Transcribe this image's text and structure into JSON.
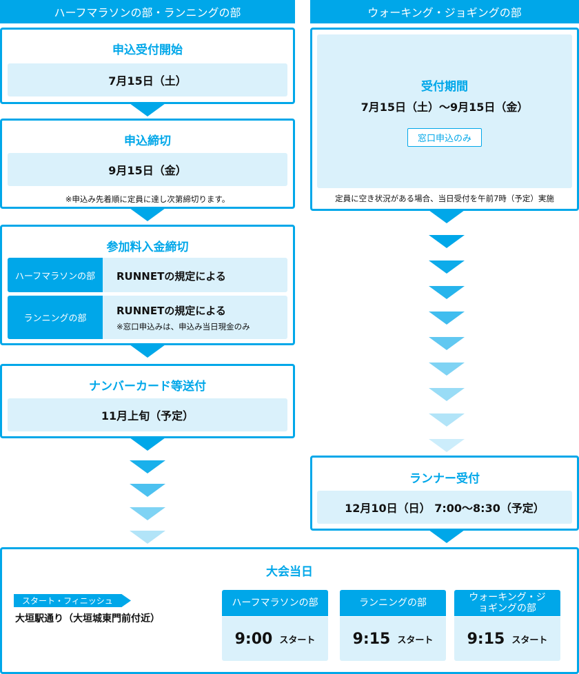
{
  "headers": {
    "left": "ハーフマラソンの部・ランニングの部",
    "right": "ウォーキング・ジョギングの部"
  },
  "left": {
    "start": {
      "title": "申込受付開始",
      "date": "7月15日（土）"
    },
    "deadline": {
      "title": "申込締切",
      "date": "9月15日（金）",
      "note": "※申込み先着順に定員に達し次第締切ります。"
    },
    "payment": {
      "title": "参加料入金締切",
      "rows": [
        {
          "label": "ハーフマラソンの部",
          "value": "RUNNETの規定による",
          "note": ""
        },
        {
          "label": "ランニングの部",
          "value": "RUNNETの規定による",
          "note": "※窓口申込みは、申込み当日現金のみ"
        }
      ]
    },
    "card": {
      "title": "ナンバーカード等送付",
      "date": "11月上旬（予定）"
    }
  },
  "right": {
    "period": {
      "title": "受付期間",
      "dates": "7月15日（土）～9月15日（金）",
      "badge": "窓口申込のみ",
      "note": "定員に空き状況がある場合、当日受付を午前7時（予定）実施"
    },
    "runner": {
      "title": "ランナー受付",
      "date": "12月10日（日） 7:00～8:30（予定）"
    }
  },
  "event": {
    "title": "大会当日",
    "flag": "スタート・フィニッシュ",
    "place": "大垣駅通り（大垣城東門前付近）",
    "divisions": [
      {
        "name": "ハーフマラソンの部",
        "time": "9:00",
        "start": "スタート"
      },
      {
        "name": "ランニングの部",
        "time": "9:15",
        "start": "スタート"
      },
      {
        "name": "ウォーキング・ジョギングの部",
        "time": "9:15",
        "start": "スタート"
      }
    ]
  },
  "colors": {
    "accent": "#00a7e9",
    "light": "#daf1fb"
  }
}
